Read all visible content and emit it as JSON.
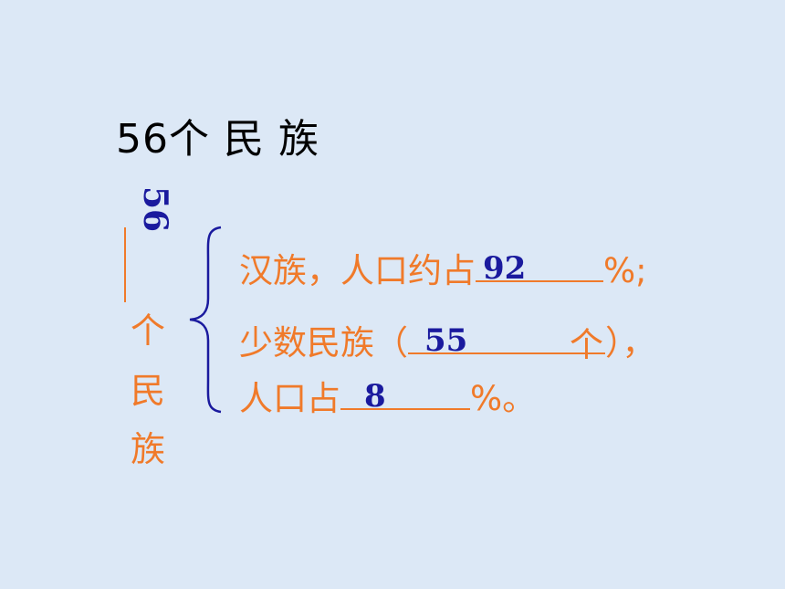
{
  "title": "56个 民 族",
  "side": {
    "rotated_number": "56",
    "chars": [
      "个",
      "民",
      "族"
    ]
  },
  "lines": [
    {
      "prefix": "汉族，人口约占",
      "answer": "92",
      "suffix": "%;"
    },
    {
      "prefix": "少数民族（",
      "answer": "55",
      "unit": "个",
      "suffix": "），"
    },
    {
      "prefix": "人口占",
      "answer": "8",
      "suffix": "%。"
    }
  ],
  "colors": {
    "background": "#dce8f6",
    "label": "#f07a2a",
    "answer": "#1a1a9e",
    "title": "#000000"
  }
}
